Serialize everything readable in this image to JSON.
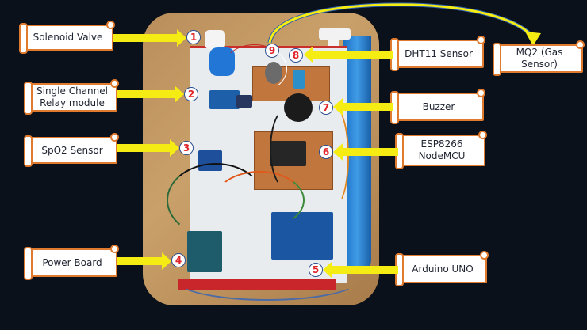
{
  "figure": {
    "description": "Annotated photo of IoT hardware prototype",
    "colors": {
      "background": "#0b111a",
      "label_border": "#e07a2e",
      "arrow": "#f5ec14",
      "marker_text": "#e0242a",
      "marker_border": "#2d4f91"
    }
  },
  "components": [
    {
      "number": "1",
      "label": "Solenoid Valve"
    },
    {
      "number": "2",
      "label": "Single Channel Relay module"
    },
    {
      "number": "3",
      "label": "SpO2 Sensor"
    },
    {
      "number": "4",
      "label": "Power Board"
    },
    {
      "number": "5",
      "label": "Arduino UNO"
    },
    {
      "number": "6",
      "label": "ESP8266 NodeMCU"
    },
    {
      "number": "7",
      "label": "Buzzer"
    },
    {
      "number": "8",
      "label": "DHT11 Sensor"
    },
    {
      "number": "9",
      "label": "MQ2 (Gas Sensor)"
    }
  ],
  "labels": {
    "l1": "Solenoid Valve",
    "l2a": "Single Channel",
    "l2b": "Relay module",
    "l3": "SpO2 Sensor",
    "l4": "Power Board",
    "l5": "Arduino UNO",
    "l6a": "ESP8266",
    "l6b": "NodeMCU",
    "l7": "Buzzer",
    "l8": "DHT11 Sensor",
    "l9a": "MQ2 (Gas",
    "l9b": "Sensor)"
  },
  "markers": {
    "m1": "1",
    "m2": "2",
    "m3": "3",
    "m4": "4",
    "m5": "5",
    "m6": "6",
    "m7": "7",
    "m8": "8",
    "m9": "9"
  }
}
